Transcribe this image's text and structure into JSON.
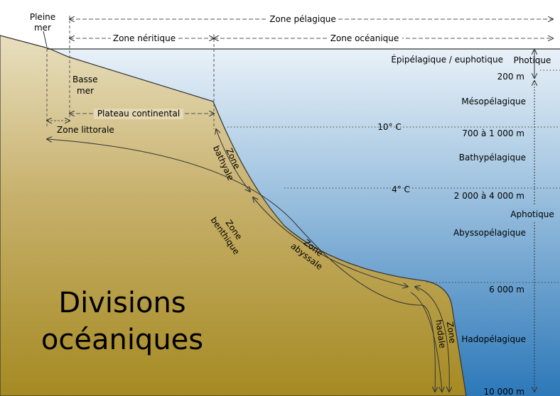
{
  "title": [
    "Divisions",
    "océaniques"
  ],
  "colors": {
    "sea_top": "#e9f1f8",
    "sea_bottom": "#2c78b9",
    "land_top": "#e8dfbf",
    "land_bottom": "#a58a22",
    "line": "#333333",
    "dashed": "#555555"
  },
  "labels": {
    "pleine_mer": [
      "Pleine",
      "mer"
    ],
    "basse_mer": [
      "Basse",
      "mer"
    ],
    "zone_pelagique": "Zone pélagique",
    "zone_neritique": "Zone néritique",
    "zone_oceanique": "Zone océanique",
    "epipelagique": "Épipélagique / euphotique",
    "photique": "Photique",
    "aphotique": "Aphotique",
    "plateau_continental": "Plateau continental",
    "zone_littorale": "Zone littorale",
    "mesopelagique": "Mésopélagique",
    "bathypelagique": "Bathypélagique",
    "abyssopelagique": "Abyssopélagique",
    "hadopelagique": "Hadopélagique",
    "zone_bathyale": [
      "Zone",
      "bathyale"
    ],
    "zone_benthique": [
      "Zone",
      "benthique"
    ],
    "zone_abyssale": [
      "Zone",
      "abyssale"
    ],
    "zone_hadale": [
      "Zone",
      "hadale"
    ],
    "temp_10": "10° C",
    "temp_4": "4° C",
    "depth_200": "200 m",
    "depth_700": "700 à 1 000 m",
    "depth_2000": "2 000 à 4 000 m",
    "depth_6000": "6 000 m",
    "depth_10000": "10 000 m"
  }
}
